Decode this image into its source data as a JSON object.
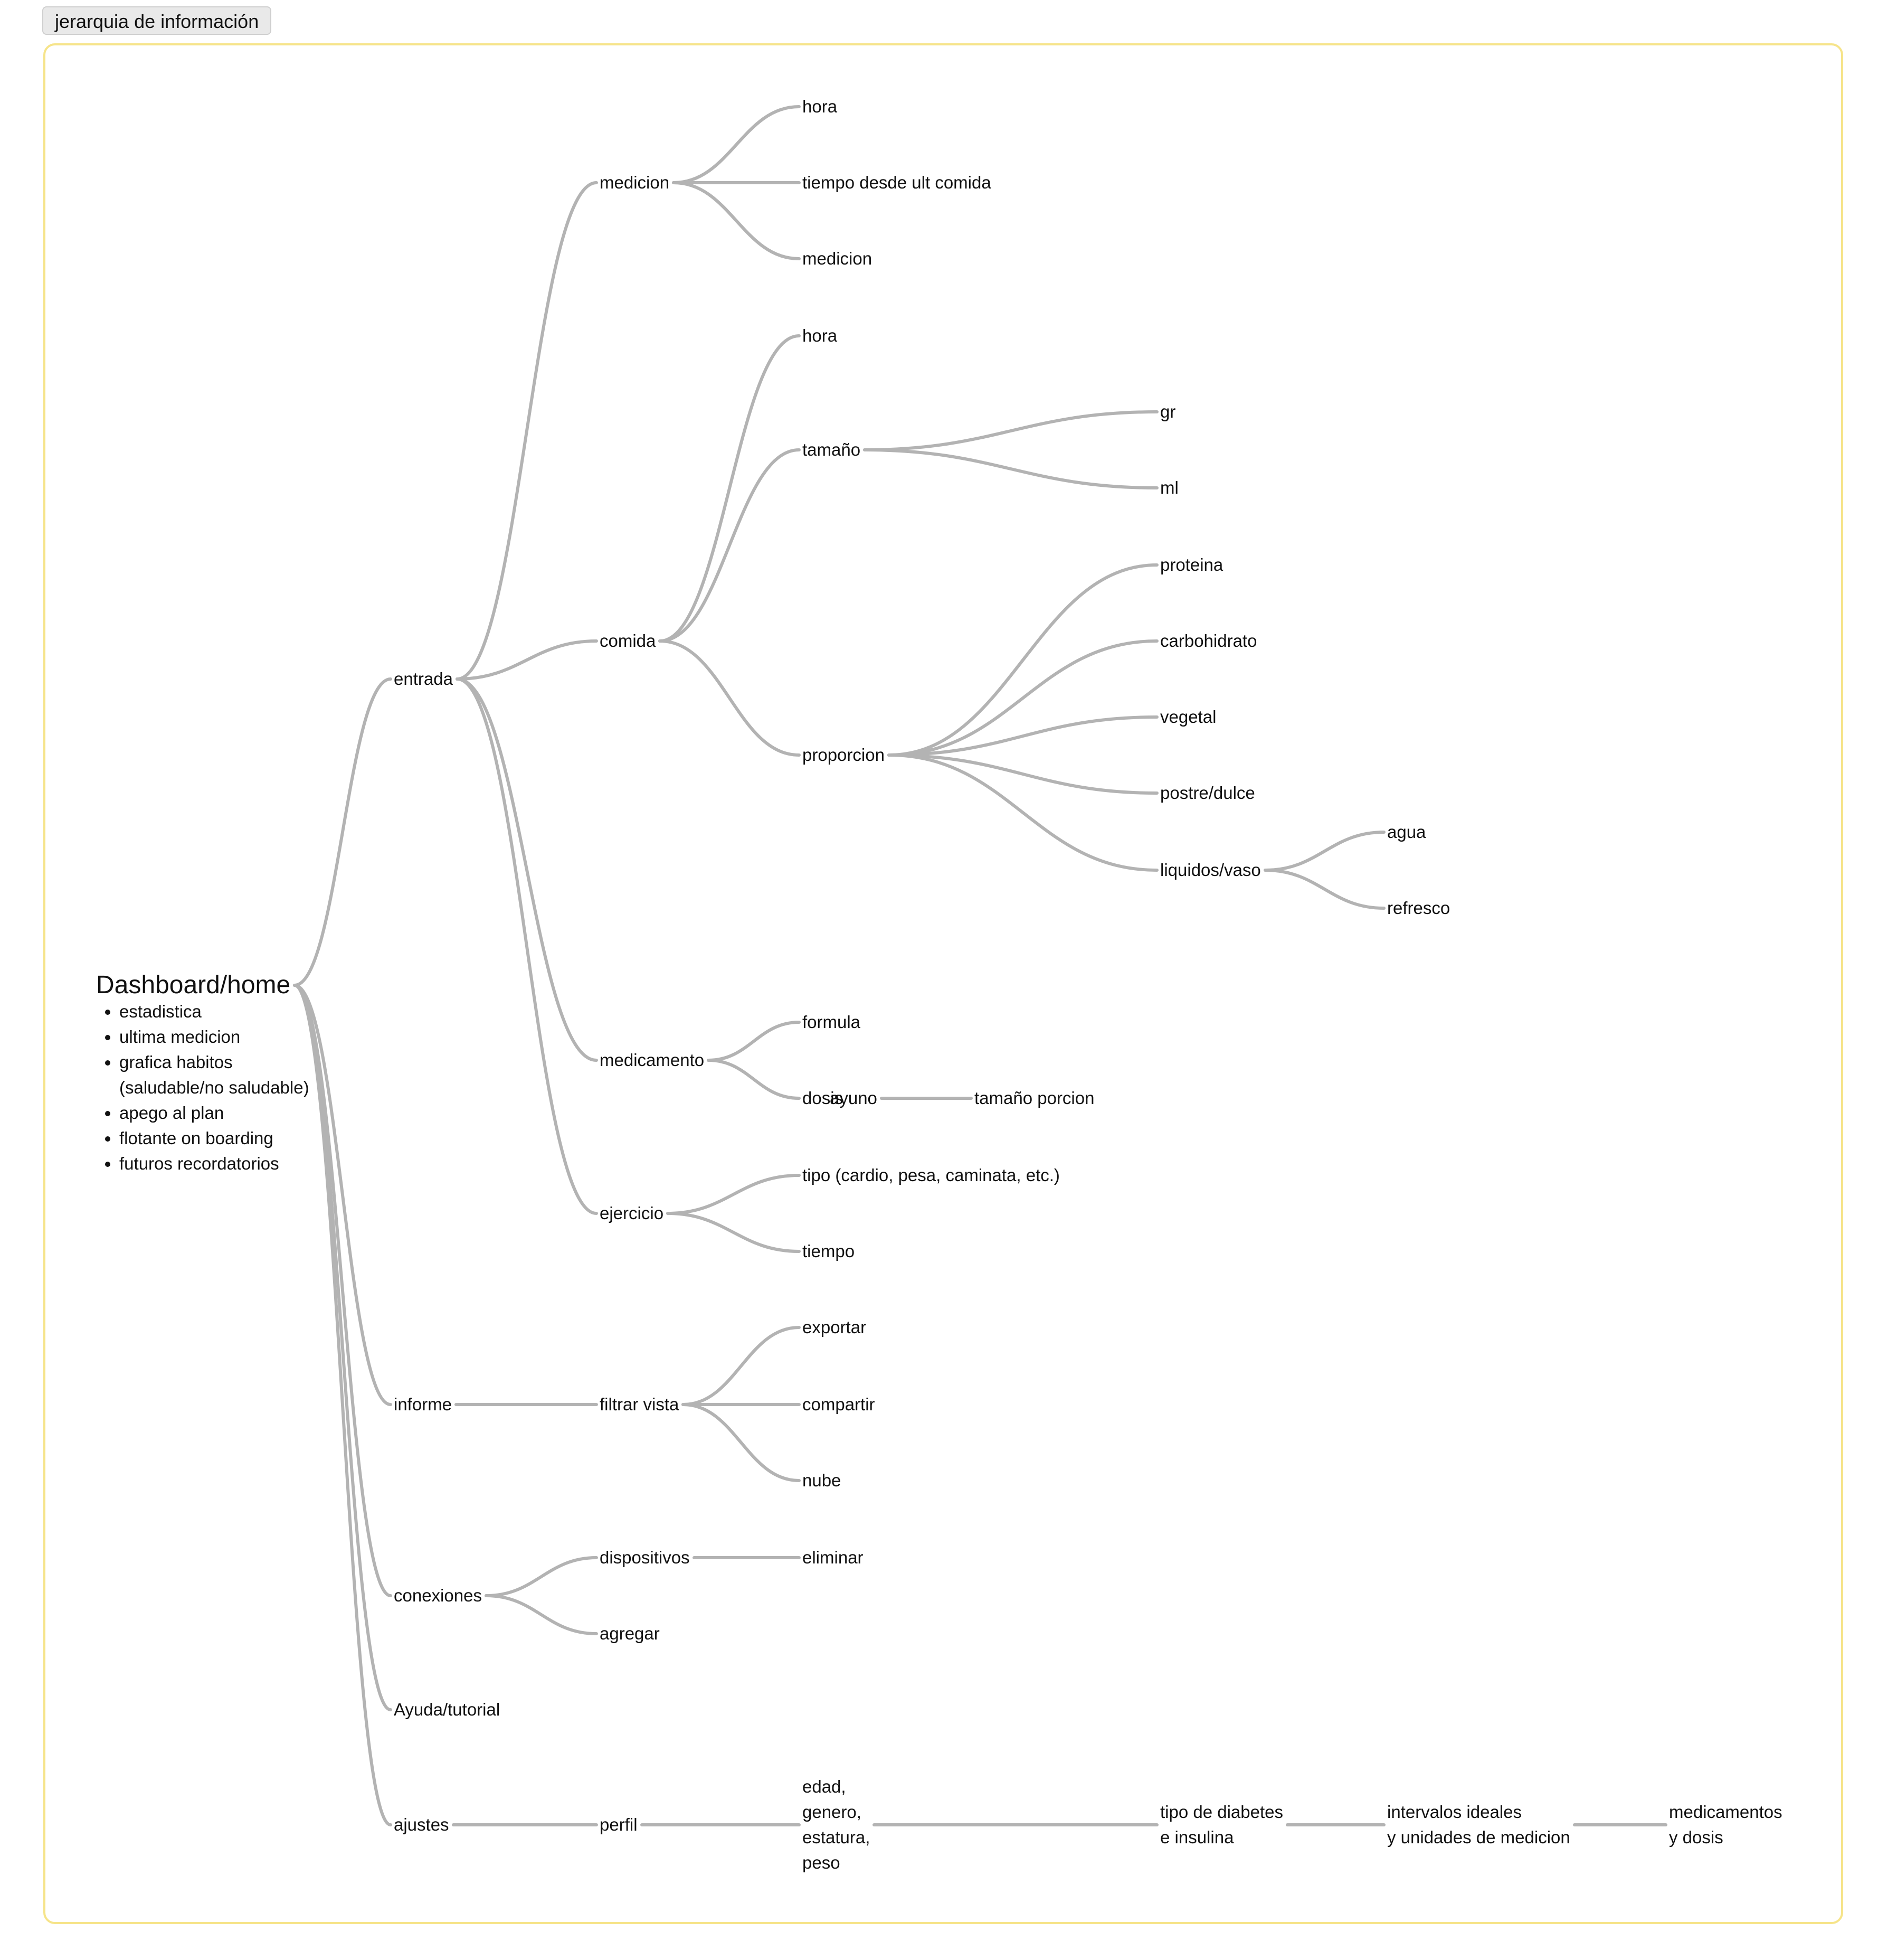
{
  "tab": {
    "label": "jerarquia de información"
  },
  "root": {
    "label": "Dashboard/home",
    "notes": [
      "estadistica",
      "ultima medicion",
      "grafica habitos (saludable/no saludable)",
      "apego al plan",
      "flotante on boarding",
      "futuros recordatorios"
    ]
  },
  "nodes": {
    "entrada": "entrada",
    "informe": "informe",
    "conexiones": "conexiones",
    "ayuda": "Ayuda/tutorial",
    "ajustes": "ajustes",
    "medicion": "medicion",
    "comida": "comida",
    "medicamento": "medicamento",
    "ejercicio": "ejercicio",
    "filtrar": "filtrar vista",
    "dispositivos": "dispositivos",
    "agregar": "agregar",
    "perfil": "perfil",
    "med_hora": "hora",
    "med_tiempo": "tiempo desde ult comida",
    "med_medicion": "medicion",
    "com_hora": "hora",
    "tamano": "tamaño",
    "proporcion": "proporcion",
    "formula": "formula",
    "dosis": "dosis",
    "ayuno": "ayuno",
    "tamano_porcion": "tamaño porcion",
    "tipo": "tipo (cardio, pesa, caminata, etc.)",
    "tiempo": "tiempo",
    "exportar": "exportar",
    "compartir": "compartir",
    "nube": "nube",
    "eliminar": "eliminar",
    "edad": "edad,\ngenero,\nestatura,\npeso",
    "gr": "gr",
    "ml": "ml",
    "proteina": "proteina",
    "carbohidrato": "carbohidrato",
    "vegetal": "vegetal",
    "postre": "postre/dulce",
    "liquidos": "liquidos/vaso",
    "agua": "agua",
    "refresco": "refresco",
    "tipo_diabetes": "tipo de diabetes\ne insulina",
    "intervalos": "intervalos ideales\ny unidades de medicion",
    "medicamentos": "medicamentos\ny dosis"
  },
  "tree": {
    "root": [
      "entrada",
      "informe",
      "conexiones",
      "ayuda",
      "ajustes"
    ],
    "entrada": [
      "medicion",
      "comida",
      "medicamento",
      "ejercicio"
    ],
    "medicion": [
      "med_hora",
      "med_tiempo",
      "med_medicion"
    ],
    "comida": [
      "com_hora",
      "tamano",
      "proporcion"
    ],
    "tamano": [
      "gr",
      "ml"
    ],
    "proporcion": [
      "proteina",
      "carbohidrato",
      "vegetal",
      "postre",
      "liquidos"
    ],
    "liquidos": [
      "agua",
      "refresco"
    ],
    "medicamento": [
      "formula",
      "dosis"
    ],
    "ayuno": [
      "tamano_porcion"
    ],
    "ejercicio": [
      "tipo",
      "tiempo"
    ],
    "informe": [
      "filtrar"
    ],
    "filtrar": [
      "exportar",
      "compartir",
      "nube"
    ],
    "conexiones": [
      "dispositivos",
      "agregar"
    ],
    "dispositivos": [
      "eliminar"
    ],
    "ajustes": [
      "perfil"
    ],
    "perfil": [
      "edad"
    ],
    "edad": [
      "tipo_diabetes"
    ],
    "tipo_diabetes": [
      "intervalos"
    ],
    "intervalos": [
      "medicamentos"
    ]
  },
  "colors": {
    "edge": "#b3b3b3",
    "frame": "#f6e48a",
    "tab_bg": "#e9e9e9"
  }
}
